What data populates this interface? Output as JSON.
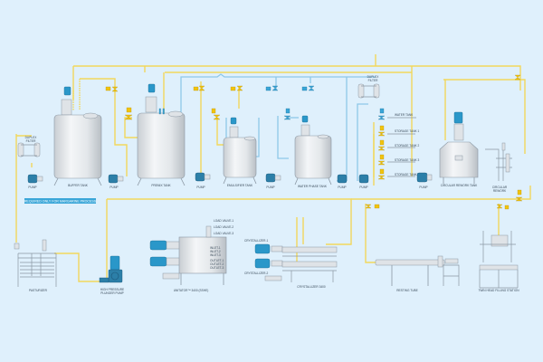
{
  "diagram": {
    "background_color": "#dff0fc",
    "pipe_colors": {
      "product_line": "#f2d75c",
      "water_line": "#8ec8e8"
    },
    "equipment_color": "#2a97c9",
    "note": "REQUIRED ONLY FOR MARGARINE PROCESS",
    "labels": {
      "duplex_filter_left": [
        "DUPLEX",
        "FILTER"
      ],
      "duplex_filter_right": [
        "DUPLEX",
        "FILTER"
      ],
      "pump_1": "PUMP",
      "pump_2": "PUMP",
      "pump_3": "PUMP",
      "pump_4": "PUMP",
      "pump_5": "PUMP",
      "pump_6": "PUMP",
      "pump_7": "PUMP",
      "buffer_tank": "BUFFER TANK",
      "premix_tank": "PREMIX TANK",
      "emulsifier_tank": "EMULSIFIER TANK",
      "water_phase_tank": "WATER PHASE TANK",
      "circular_rework_tank": "CIRCULAR REWORK TANK",
      "circular_rework": [
        "CIRCULAR",
        "REWORK"
      ],
      "water_tank": "WATER TANK",
      "storage_tanks": [
        "STORAGE TANK 1",
        "STORAGE TANK 2",
        "STORAGE TANK 3",
        "STORAGE TANK 4"
      ],
      "pasturizer": "PASTURIZER",
      "high_pressure_pump": [
        "HIGH PRESSURE",
        "PLUNGER PUMP"
      ],
      "unitator": "UNITATOR™ 3400 (SSHE)",
      "load_valves": [
        "LOAD VALVE-1",
        "LOAD VALVE-2",
        "LOAD VALVE-3"
      ],
      "unitator_ports": [
        "INLET-1",
        "INLET-2",
        "INLET-3",
        "OUTLET-1",
        "OUTLET-2",
        "OUTLET-3"
      ],
      "crystallizer_1": "CRYSTALLIZER-1",
      "crystallizer_2": "CRYSTALLIZER-2",
      "crystallizer": "CRYSTALLIZER 3400",
      "resting_tube": "RESTING TUBE",
      "filling_station": "TWIN HEAD FILLING STATION"
    }
  }
}
